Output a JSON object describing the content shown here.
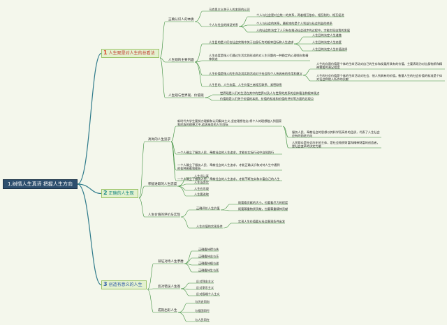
{
  "root": {
    "label": "1.树情人生真谛 把握人生方向"
  },
  "branches": [
    {
      "num": "1",
      "label": "人生观是对人生的总看法",
      "children": [
        {
          "label": "正确认识人的本质",
          "children": [
            {
              "label": "马克思主义关于人的本质的认识"
            },
            {
              "label": "个人与社会的辩证关系",
              "children": [
                {
                  "label": "个人与社会是对立统一的关系，两者相互依存、相互制约、相互促进"
                },
                {
                  "label": "个人与社会的关系，最根本的是个人利益与社会利益的关系"
                },
                {
                  "label": "人的社会性决定了人只有在推动社会进步的过程中，才能实现自我的发展"
                }
              ]
            }
          ]
        },
        {
          "label": "人生观的主要内容",
          "children": [
            {
              "label": "人生目的是人们在社会实践中关于自身行为的根本目标和人生追求",
              "children": [
                {
                  "label": "人生目的决定人生道路"
                },
                {
                  "label": "人生目的决定人生态度"
                },
                {
                  "label": "人生目的决定人生价值选择"
                }
              ]
            },
            {
              "label": "人生态度是指人们通过生活实践形成的对人生问题的一种稳定的心理倾向和精神状态"
            },
            {
              "label": "人生价值是指人的生命及其实践活动对于社会和个人所具有的作用和意义",
              "children": [
                {
                  "label": "人生的自我价值是个体的生命活动对自己的生存和发展所具有的价值，主要表现为对自身物质和精神需要的满足程度"
                },
                {
                  "label": "人生的社会价值是个体的生命活动对社会、他人所具有的价值。衡量人生的社会价值的标准是个体对社会和他人所作的贡献"
                }
              ]
            },
            {
              "label": "人生目的、人生态度、人生价值三者相互联系、紧密联系"
            }
          ]
        },
        {
          "label": "人生观与世界观、价值观",
          "children": [
            {
              "label": "世界观是人们对生活在其中的世界以及人与世界的关系的总体看法和根本观点"
            },
            {
              "label": "价值观是人们关于价值的本质、价值的标准和价值的评价等方面的总观点"
            }
          ]
        }
      ]
    },
    {
      "num": "2",
      "label": "正确的人生观",
      "children": [
        {
          "label": "高尚的人生追求",
          "children": [
            {
              "label": "新时代大学生要努力理解和认同集体主义,坚定理想信念,将个人的理想融入到国家和民族的理想之中,追求高尚的人生目标",
              "children": [
                {
                  "label": "服务人民、奉献社会的思想以其科学而高尚的品质，代表了人生社会应有的前进方向"
                },
                {
                  "label": "人民群众是社会历史的主体，是社会物质财富和精神财富的创造者，是社会变革的决定力量"
                }
              ]
            },
            {
              "label": "一个人确立了服务人民、奉献社会的人生追求，才能在实际行动中自觉践行"
            },
            {
              "label": "一个人确立了服务人民、奉献社会的人生追求，才能正确认识和对待人生中遇到的各种困难和挫折"
            },
            {
              "label": "一个人确立了服务人民、奉献社会的人生追求，才能不断充实和丰富自己的人生"
            }
          ]
        },
        {
          "label": "积极进取的人生态度",
          "children": [
            {
              "label": "人生须认真"
            },
            {
              "label": "人生当务实"
            },
            {
              "label": "人生应乐观"
            },
            {
              "label": "人生要进取"
            }
          ]
        },
        {
          "label": "人生价值的评价与实现",
          "children": [
            {
              "label": "正确评价人生价值",
              "children": [
                {
                  "label": "既要看贡献的大小，也要看尽力的程度"
                },
                {
                  "label": "既要尊重物质贡献，也要尊重精神贡献"
                }
              ]
            },
            {
              "label": "人生价值的实现条件",
              "children": [
                {
                  "label": "实现人生价值要从社会客观条件出发"
                }
              ]
            }
          ]
        }
      ]
    },
    {
      "num": "3",
      "label": "创造有意义的人生",
      "children": [
        {
          "label": "辩证对待人生矛盾",
          "children": [
            {
              "label": "正确看待得与失"
            },
            {
              "label": "正确看待苦与乐"
            },
            {
              "label": "正确看待顺与逆"
            },
            {
              "label": "正确看待生与死"
            }
          ]
        },
        {
          "label": "反对错误人生观",
          "children": [
            {
              "label": "反对拜金主义"
            },
            {
              "label": "反对享乐主义"
            },
            {
              "label": "反对极端个人主义"
            }
          ]
        },
        {
          "label": "成就出彩人生",
          "children": [
            {
              "label": "与历史同向"
            },
            {
              "label": "与祖国同行"
            },
            {
              "label": "与人民同在"
            }
          ]
        }
      ]
    }
  ],
  "colors": {
    "background": "#f4f7ec",
    "root_fill": "#2d4f6e",
    "branch_fill": "#e4f1cf",
    "connector": "#3e8f3e"
  }
}
